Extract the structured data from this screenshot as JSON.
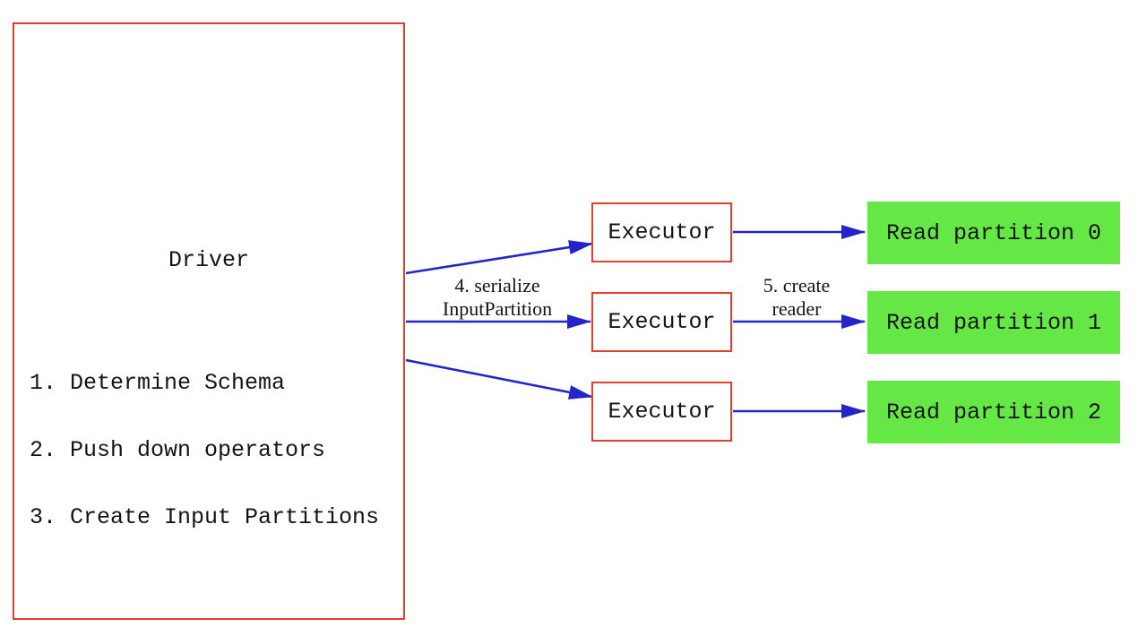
{
  "colors": {
    "border_red": "#e5402e",
    "arrow_blue": "#2424cb",
    "partition_green": "#65e845",
    "text": "#141414",
    "background": "#ffffff"
  },
  "driver": {
    "title": "Driver",
    "steps": [
      "1. Determine Schema",
      "2. Push down operators",
      "3. Create Input Partitions"
    ]
  },
  "executors": [
    {
      "label": "Executor"
    },
    {
      "label": "Executor"
    },
    {
      "label": "Executor"
    }
  ],
  "partitions": [
    {
      "label": "Read partition 0"
    },
    {
      "label": "Read partition 1"
    },
    {
      "label": "Read partition 2"
    }
  ],
  "edge_labels": {
    "serialize": {
      "line1": "4. serialize",
      "line2": "InputPartition"
    },
    "create_reader": {
      "line1": "5. create",
      "line2": "reader"
    }
  }
}
